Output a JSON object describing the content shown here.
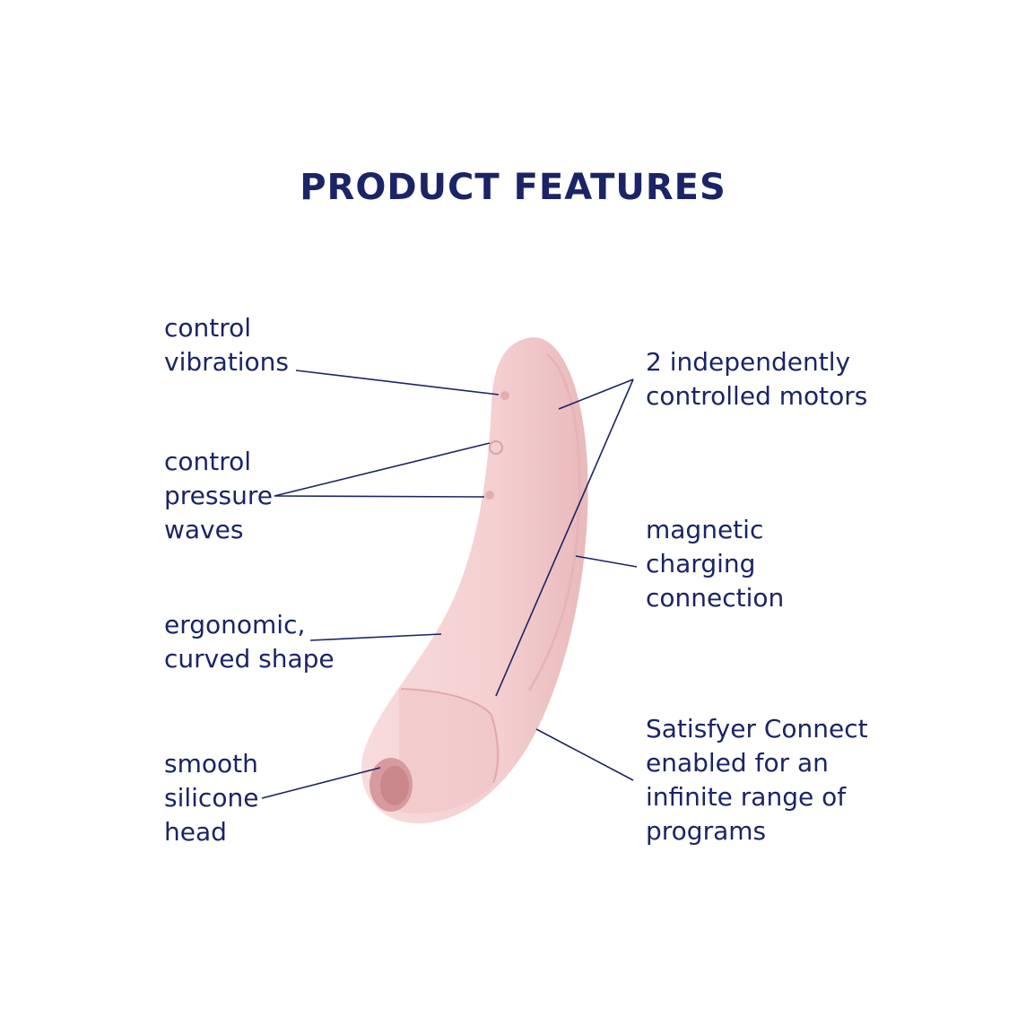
{
  "title": "PRODUCT FEATURES",
  "colors": {
    "text": "#1b2466",
    "leader_line": "#1b2466",
    "product_body": "#f4cfd0",
    "product_shadow": "#e7b6b8",
    "background": "#ffffff"
  },
  "features": {
    "control_vibrations": "control\nvibrations",
    "control_pressure_waves": "control\npressure\nwaves",
    "ergonomic_shape": "ergonomic,\ncurved shape",
    "silicone_head": "smooth\nsilicone\nhead",
    "motors": "2 independently\ncontrolled motors",
    "magnetic_charging": "magnetic\ncharging\nconnection",
    "connect_app": "Satisfyer Connect\nenabled for an\ninfinite range of\nprograms"
  }
}
